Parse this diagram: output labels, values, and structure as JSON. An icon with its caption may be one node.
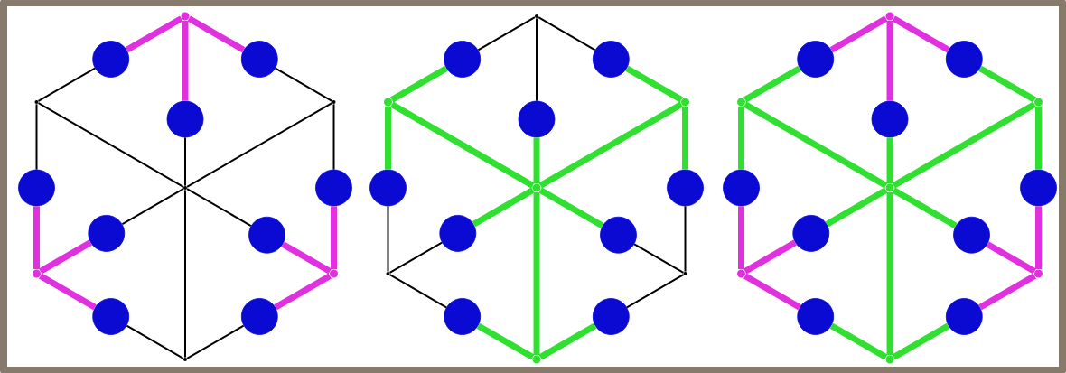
{
  "diagram": {
    "nodes": [
      {
        "text": [],
        "shape": "circle"
      },
      {
        "text": [],
        "shape": "circle"
      },
      {
        "text": [],
        "shape": "circle"
      },
      {
        "text": [],
        "shape": "circle"
      },
      {
        "text": [],
        "shape": "circle"
      },
      {
        "text": [],
        "shape": "circle"
      },
      {
        "text": [],
        "shape": "circle"
      },
      {
        "text": [],
        "shape": "circle"
      },
      {
        "text": [],
        "shape": "circle"
      },
      {
        "text": [],
        "shape": "point"
      },
      {
        "text": [],
        "shape": "point"
      },
      {
        "text": [],
        "shape": "point"
      },
      {
        "text": [],
        "shape": "point"
      },
      {
        "text": [],
        "shape": "point"
      },
      {
        "text": [],
        "shape": "point"
      },
      {
        "text": [],
        "shape": "point"
      },
      {
        "text": [],
        "shape": "circle"
      },
      {
        "text": [],
        "shape": "circle"
      },
      {
        "text": [],
        "shape": "circle"
      },
      {
        "text": [],
        "shape": "circle"
      },
      {
        "text": [],
        "shape": "circle"
      },
      {
        "text": [],
        "shape": "circle"
      },
      {
        "text": [],
        "shape": "circle"
      },
      {
        "text": [],
        "shape": "circle"
      },
      {
        "text": [],
        "shape": "circle"
      },
      {
        "text": [],
        "shape": "point"
      },
      {
        "text": [],
        "shape": "point"
      },
      {
        "text": [],
        "shape": "point"
      },
      {
        "text": [],
        "shape": "point"
      },
      {
        "text": [],
        "shape": "point"
      },
      {
        "text": [],
        "shape": "point"
      },
      {
        "text": [],
        "shape": "point"
      },
      {
        "text": [],
        "shape": "circle"
      },
      {
        "text": [],
        "shape": "circle"
      },
      {
        "text": [],
        "shape": "circle"
      },
      {
        "text": [],
        "shape": "circle"
      },
      {
        "text": [],
        "shape": "circle"
      },
      {
        "text": [],
        "shape": "circle"
      },
      {
        "text": [],
        "shape": "circle"
      },
      {
        "text": [],
        "shape": "circle"
      },
      {
        "text": [],
        "shape": "circle"
      },
      {
        "text": [],
        "shape": "point"
      },
      {
        "text": [],
        "shape": "point"
      },
      {
        "text": [],
        "shape": "point"
      },
      {
        "text": [],
        "shape": "point"
      },
      {
        "text": [],
        "shape": "point"
      },
      {
        "text": [],
        "shape": "point"
      },
      {
        "text": [],
        "shape": "point"
      }
    ],
    "edges": [
      {
        "from": 9,
        "to": 0,
        "arrow": "none",
        "color": "#e030e0"
      },
      {
        "from": 0,
        "to": 10,
        "arrow": "none",
        "color": "#000000"
      },
      {
        "from": 9,
        "to": 1,
        "arrow": "none",
        "color": "#e030e0"
      },
      {
        "from": 1,
        "to": 11,
        "arrow": "none",
        "color": "#000000"
      },
      {
        "from": 11,
        "to": 4,
        "arrow": "none",
        "color": "#000000"
      },
      {
        "from": 4,
        "to": 14,
        "arrow": "none",
        "color": "#e030e0"
      },
      {
        "from": 14,
        "to": 8,
        "arrow": "none",
        "color": "#e030e0"
      },
      {
        "from": 8,
        "to": 15,
        "arrow": "none",
        "color": "#000000"
      },
      {
        "from": 15,
        "to": 7,
        "arrow": "none",
        "color": "#000000"
      },
      {
        "from": 7,
        "to": 13,
        "arrow": "none",
        "color": "#e030e0"
      },
      {
        "from": 13,
        "to": 3,
        "arrow": "none",
        "color": "#e030e0"
      },
      {
        "from": 3,
        "to": 10,
        "arrow": "none",
        "color": "#000000"
      },
      {
        "from": 9,
        "to": 2,
        "arrow": "none",
        "color": "#e030e0"
      },
      {
        "from": 2,
        "to": 12,
        "arrow": "none",
        "color": "#000000"
      },
      {
        "from": 13,
        "to": 5,
        "arrow": "none",
        "color": "#e030e0"
      },
      {
        "from": 5,
        "to": 12,
        "arrow": "none",
        "color": "#000000"
      },
      {
        "from": 14,
        "to": 6,
        "arrow": "none",
        "color": "#e030e0"
      },
      {
        "from": 6,
        "to": 12,
        "arrow": "none",
        "color": "#000000"
      },
      {
        "from": 10,
        "to": 12,
        "arrow": "none",
        "color": "#000000"
      },
      {
        "from": 11,
        "to": 12,
        "arrow": "none",
        "color": "#000000"
      },
      {
        "from": 15,
        "to": 12,
        "arrow": "none",
        "color": "#000000"
      },
      {
        "from": 25,
        "to": 16,
        "arrow": "none",
        "color": "#000000"
      },
      {
        "from": 16,
        "to": 26,
        "arrow": "none",
        "color": "#30e030"
      },
      {
        "from": 25,
        "to": 17,
        "arrow": "none",
        "color": "#000000"
      },
      {
        "from": 17,
        "to": 27,
        "arrow": "none",
        "color": "#30e030"
      },
      {
        "from": 27,
        "to": 20,
        "arrow": "none",
        "color": "#30e030"
      },
      {
        "from": 20,
        "to": 30,
        "arrow": "none",
        "color": "#000000"
      },
      {
        "from": 30,
        "to": 24,
        "arrow": "none",
        "color": "#000000"
      },
      {
        "from": 24,
        "to": 31,
        "arrow": "none",
        "color": "#30e030"
      },
      {
        "from": 31,
        "to": 23,
        "arrow": "none",
        "color": "#30e030"
      },
      {
        "from": 23,
        "to": 29,
        "arrow": "none",
        "color": "#000000"
      },
      {
        "from": 29,
        "to": 19,
        "arrow": "none",
        "color": "#000000"
      },
      {
        "from": 19,
        "to": 26,
        "arrow": "none",
        "color": "#30e030"
      },
      {
        "from": 25,
        "to": 18,
        "arrow": "none",
        "color": "#000000"
      },
      {
        "from": 18,
        "to": 28,
        "arrow": "none",
        "color": "#30e030"
      },
      {
        "from": 29,
        "to": 21,
        "arrow": "none",
        "color": "#000000"
      },
      {
        "from": 21,
        "to": 28,
        "arrow": "none",
        "color": "#30e030"
      },
      {
        "from": 30,
        "to": 22,
        "arrow": "none",
        "color": "#000000"
      },
      {
        "from": 22,
        "to": 28,
        "arrow": "none",
        "color": "#30e030"
      },
      {
        "from": 26,
        "to": 28,
        "arrow": "none",
        "color": "#30e030"
      },
      {
        "from": 27,
        "to": 28,
        "arrow": "none",
        "color": "#30e030"
      },
      {
        "from": 31,
        "to": 28,
        "arrow": "none",
        "color": "#30e030"
      },
      {
        "from": 41,
        "to": 32,
        "arrow": "none",
        "color": "#e030e0"
      },
      {
        "from": 32,
        "to": 42,
        "arrow": "none",
        "color": "#30e030"
      },
      {
        "from": 41,
        "to": 33,
        "arrow": "none",
        "color": "#e030e0"
      },
      {
        "from": 33,
        "to": 43,
        "arrow": "none",
        "color": "#30e030"
      },
      {
        "from": 43,
        "to": 36,
        "arrow": "none",
        "color": "#30e030"
      },
      {
        "from": 36,
        "to": 46,
        "arrow": "none",
        "color": "#e030e0"
      },
      {
        "from": 46,
        "to": 40,
        "arrow": "none",
        "color": "#e030e0"
      },
      {
        "from": 40,
        "to": 47,
        "arrow": "none",
        "color": "#30e030"
      },
      {
        "from": 47,
        "to": 39,
        "arrow": "none",
        "color": "#30e030"
      },
      {
        "from": 39,
        "to": 45,
        "arrow": "none",
        "color": "#e030e0"
      },
      {
        "from": 45,
        "to": 35,
        "arrow": "none",
        "color": "#e030e0"
      },
      {
        "from": 35,
        "to": 42,
        "arrow": "none",
        "color": "#30e030"
      },
      {
        "from": 41,
        "to": 34,
        "arrow": "none",
        "color": "#e030e0"
      },
      {
        "from": 34,
        "to": 44,
        "arrow": "none",
        "color": "#30e030"
      },
      {
        "from": 45,
        "to": 37,
        "arrow": "none",
        "color": "#e030e0"
      },
      {
        "from": 37,
        "to": 44,
        "arrow": "none",
        "color": "#30e030"
      },
      {
        "from": 46,
        "to": 38,
        "arrow": "none",
        "color": "#e030e0"
      },
      {
        "from": 38,
        "to": 44,
        "arrow": "none",
        "color": "#30e030"
      },
      {
        "from": 42,
        "to": 44,
        "arrow": "none",
        "color": "#30e030"
      },
      {
        "from": 43,
        "to": 44,
        "arrow": "none",
        "color": "#30e030"
      },
      {
        "from": 47,
        "to": 44,
        "arrow": "none",
        "color": "#30e030"
      }
    ]
  }
}
